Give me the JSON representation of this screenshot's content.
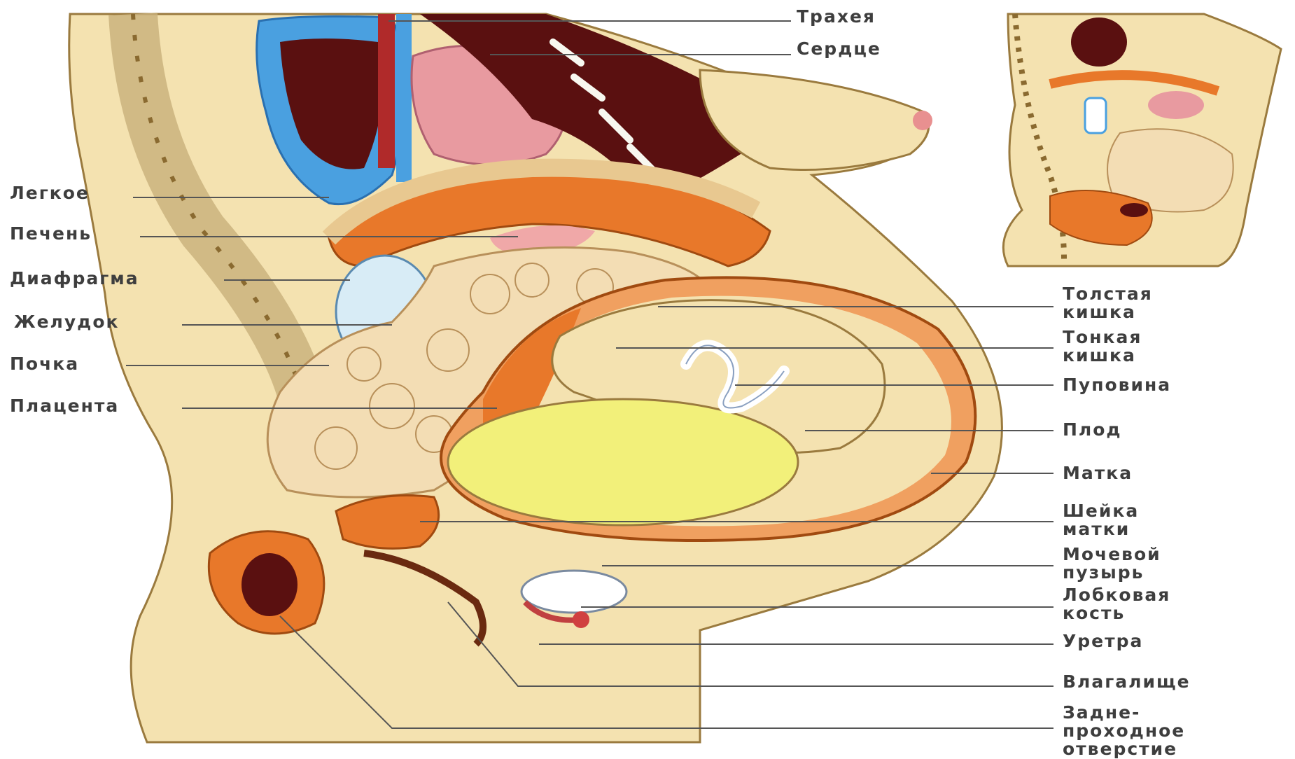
{
  "labels": {
    "left": {
      "lung": "Легкое",
      "liver": "Печень",
      "diaphragm": "Диафрагма",
      "stomach": "Желудок",
      "kidney": "Почка",
      "placenta": "Плацента"
    },
    "right": {
      "trachea": "Трахея",
      "heart": "Сердце",
      "large_intestine_1": "Толстая",
      "large_intestine_2": "кишка",
      "small_intestine_1": "Тонкая",
      "small_intestine_2": "кишка",
      "umbilical_cord": "Пуповина",
      "fetus": "Плод",
      "uterus": "Матка",
      "cervix_1": "Шейка",
      "cervix_2": "матки",
      "bladder_1": "Мочевой",
      "bladder_2": "пузырь",
      "pubic_bone_1": "Лобковая",
      "pubic_bone_2": "кость",
      "urethra": "Уретра",
      "vagina": "Влагалище",
      "anus_1": "Задне-",
      "anus_2": "проходное",
      "anus_3": "отверстие"
    }
  },
  "colors": {
    "skin": "#f4e2b0",
    "skin_edge": "#9a7a3e",
    "organ_orange": "#e8782a",
    "heart_pink": "#e89aa0",
    "lung_blue": "#4aa0e0",
    "intestine": "#f3ddb4",
    "fetus_yellow": "#f2f07a",
    "stomach_blue": "#d8ecf6",
    "cavity_dark": "#5a1010",
    "leader": "#555555"
  }
}
